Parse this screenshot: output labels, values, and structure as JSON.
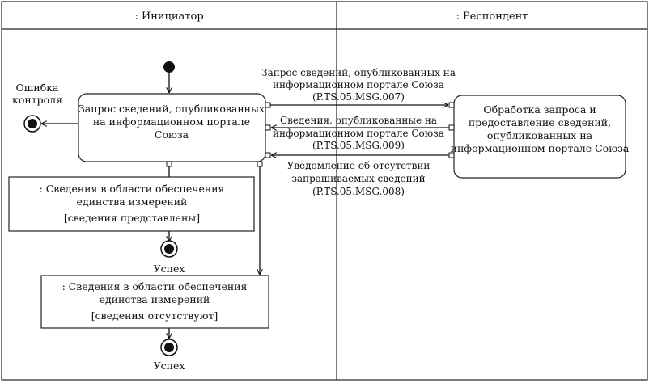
{
  "swimlanes": {
    "initiator": ": Инициатор",
    "respondent": ": Респондент"
  },
  "nodes": {
    "request_action": {
      "lines": [
        "Запрос сведений, опубликованных",
        "на информационном портале",
        "Союза"
      ]
    },
    "process_action": {
      "lines": [
        "Обработка запроса и",
        "предоставление сведений,",
        "опубликованных на",
        "информационном портале Союза"
      ]
    },
    "info_present": {
      "lines": [
        ": Сведения в области обеспечения",
        "единства измерений"
      ],
      "state": "[сведения представлены]"
    },
    "info_absent": {
      "lines": [
        ": Сведения в области обеспечения",
        "единства измерений"
      ],
      "state": "[сведения отсутствуют]"
    },
    "error_label": [
      "Ошибка",
      "контроля"
    ],
    "success_label_1": "Успех",
    "success_label_2": "Успех"
  },
  "messages": {
    "msg_007": [
      "Запрос сведений, опубликованных на",
      "информационном портале Союза",
      "(P.TS.05.MSG.007)"
    ],
    "msg_009": [
      "Сведения, опубликованные на",
      "информационном портале Союза",
      "(P.TS.05.MSG.009)"
    ],
    "msg_008": [
      "Уведомление об отсутствии",
      "запрашиваемых сведений",
      "(P.TS.05.MSG.008)"
    ]
  }
}
